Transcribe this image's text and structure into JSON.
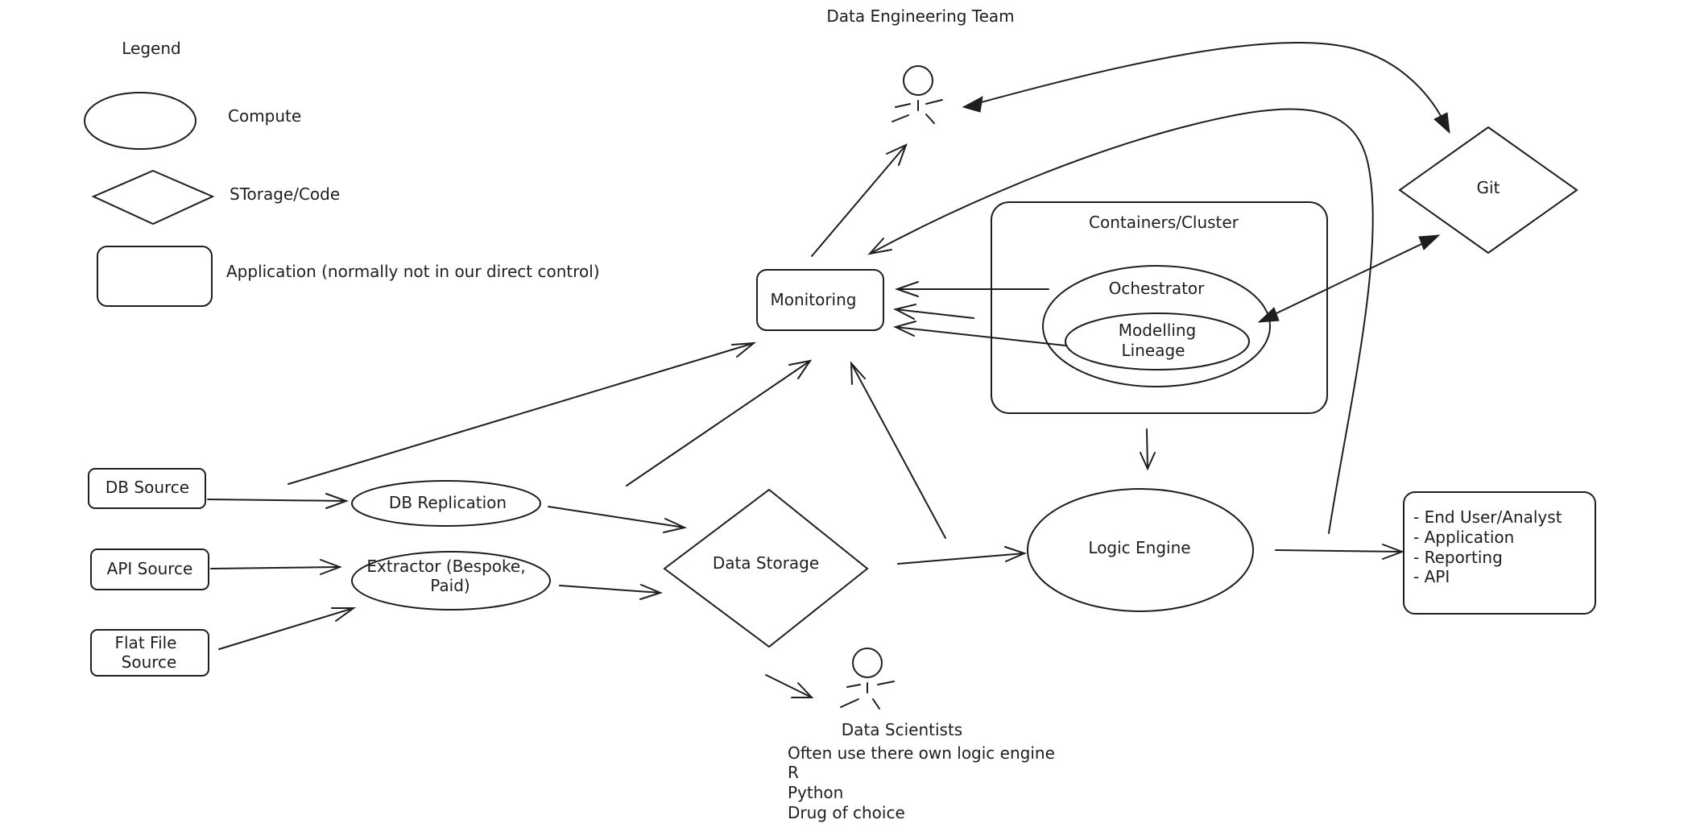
{
  "legend": {
    "title": "Legend",
    "compute": "Compute",
    "storage": "STorage/Code",
    "application": "Application (normally not in our direct control)"
  },
  "actors": {
    "data_engineering_team": "Data Engineering Team",
    "data_scientists": "Data Scientists"
  },
  "sources": {
    "db": "DB Source",
    "api": "API Source",
    "flat_file_line1": "Flat File",
    "flat_file_line2": "Source"
  },
  "compute": {
    "db_replication": "DB Replication",
    "extractor_line1": "Extractor (Bespoke,",
    "extractor_line2": "Paid)",
    "logic_engine": "Logic Engine",
    "orchestrator": "Ochestrator",
    "modelling_line1": "Modelling",
    "modelling_line2": "Lineage"
  },
  "storage": {
    "data_storage": "Data Storage",
    "git": "Git"
  },
  "applications": {
    "monitoring": "Monitoring",
    "containers_cluster": "Containers/Cluster",
    "consumers": [
      "- End User/Analyst",
      "- Application",
      "- Reporting",
      "- API"
    ]
  },
  "notes": {
    "data_scientists": [
      "Often use there own logic engine",
      "R",
      "Python",
      "Drug of choice"
    ]
  },
  "colors": {
    "stroke": "#1e1e1e",
    "background": "#ffffff"
  }
}
